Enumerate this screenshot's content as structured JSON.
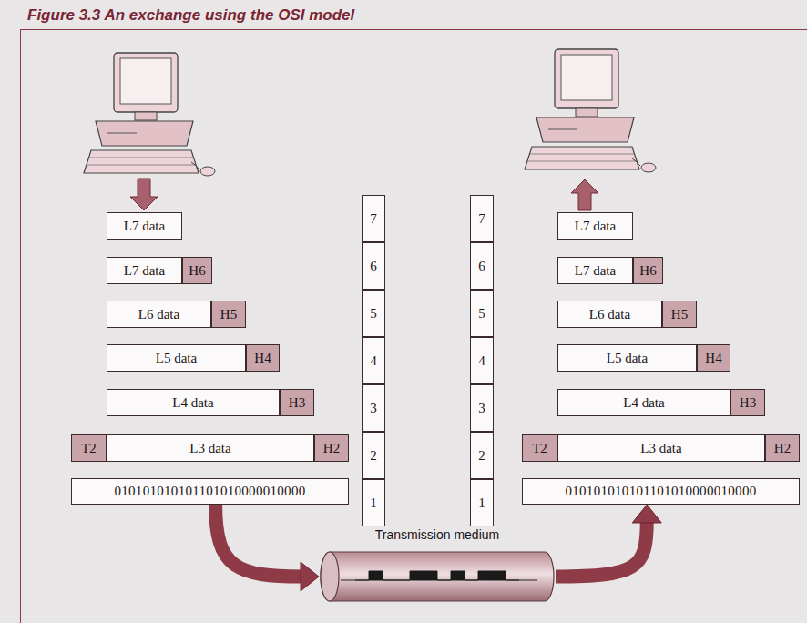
{
  "diagram": {
    "title": "Figure 3.3 An exchange using the OSI model",
    "nodes": [
      {
        "text": [
          "L7 data"
        ]
      },
      {
        "text": [
          "L7 data"
        ]
      },
      {
        "text": [
          "H6"
        ]
      },
      {
        "text": [
          "L6 data"
        ]
      },
      {
        "text": [
          "H5"
        ]
      },
      {
        "text": [
          "L5 data"
        ]
      },
      {
        "text": [
          "H4"
        ]
      },
      {
        "text": [
          "L4 data"
        ]
      },
      {
        "text": [
          "H3"
        ]
      },
      {
        "text": [
          "T2"
        ]
      },
      {
        "text": [
          "L3 data"
        ]
      },
      {
        "text": [
          "H2"
        ]
      },
      {
        "text": [
          "010101010101101010000010000"
        ]
      },
      {
        "text": [
          "7"
        ]
      },
      {
        "text": [
          "6"
        ]
      },
      {
        "text": [
          "5"
        ]
      },
      {
        "text": [
          "4"
        ]
      },
      {
        "text": [
          "3"
        ]
      },
      {
        "text": [
          "2"
        ]
      },
      {
        "text": [
          "1"
        ]
      },
      {
        "text": [
          "7"
        ]
      },
      {
        "text": [
          "6"
        ]
      },
      {
        "text": [
          "5"
        ]
      },
      {
        "text": [
          "4"
        ]
      },
      {
        "text": [
          "3"
        ]
      },
      {
        "text": [
          "2"
        ]
      },
      {
        "text": [
          "1"
        ]
      },
      {
        "text": [
          "L7 data"
        ]
      },
      {
        "text": [
          "L7 data"
        ]
      },
      {
        "text": [
          "H6"
        ]
      },
      {
        "text": [
          "L6 data"
        ]
      },
      {
        "text": [
          "H5"
        ]
      },
      {
        "text": [
          "L5 data"
        ]
      },
      {
        "text": [
          "H4"
        ]
      },
      {
        "text": [
          "L4 data"
        ]
      },
      {
        "text": [
          "H3"
        ]
      },
      {
        "text": [
          "T2"
        ]
      },
      {
        "text": [
          "L3 data"
        ]
      },
      {
        "text": [
          "H2"
        ]
      },
      {
        "text": [
          "010101010101101010000010000"
        ]
      },
      {
        "text": [
          "Transmission medium"
        ]
      }
    ],
    "edges": [
      {
        "from": 12,
        "to": 40,
        "arrow": "to"
      },
      {
        "from": 40,
        "to": 39,
        "arrow": "to"
      }
    ]
  }
}
